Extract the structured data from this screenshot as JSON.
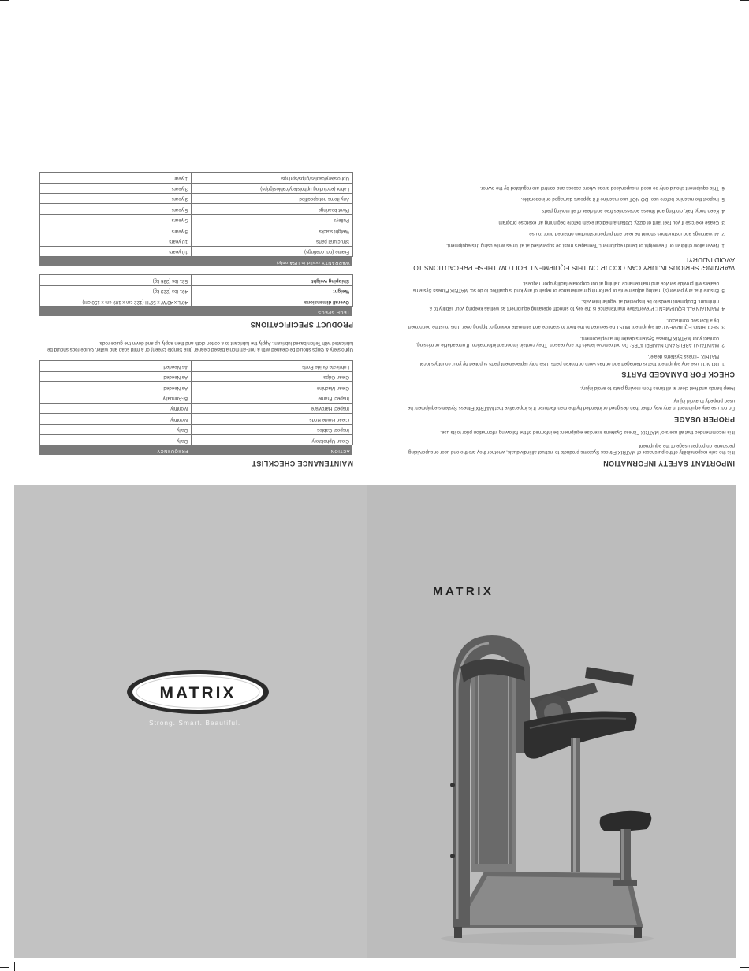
{
  "safety": {
    "title": "IMPORTANT SAFETY INFORMATION",
    "intro1": "It is the sole responsibility of the purchaser of MATRIX Fitness Systems products to instruct all individuals, whether they are the end user or supervising personnel on proper usage of the equipment.",
    "intro2": "It is recommended that all users of MATRIX Fitness Systems exercise equipment be informed of the following information prior to its use."
  },
  "proper_usage": {
    "title": "PROPER USAGE",
    "text1": "Do not use any equipment in any way other than designed or intended by the manufacturer. It is imperative that MATRIX Fitness Systems equipment be used properly to avoid injury.",
    "text2": "Keep hands and feet clear at all times from moving parts to avoid injury."
  },
  "damaged_parts": {
    "title": "CHECK FOR DAMAGED PARTS",
    "items": [
      "DO NOT use any equipment that is damaged and or has worn or broken parts. Use only replacement parts supplied by your country's local MATRIX Fitness Systems dealer.",
      "MAINTAIN LABELS AND NAMEPLATES: Do not remove labels for any reason. They contain important information. If unreadable or missing, contact your MATRIX Fitness Systems dealer for a replacement.",
      "SECURING EQUIPMENT: All equipment MUST be secured to the floor to stabilize and eliminate rocking or tipping over. This must be performed by a licensed contractor.",
      "MAINTAIN ALL EQUIPMENT: Preventative maintenance is the key to smooth operating equipment as well as keeping your liability to a minimum. Equipment needs to be inspected at regular intervals.",
      "Ensure that any person(s) making adjustments or performing maintenance or repair of any kind is qualified to do so. MATRIX Fitness Systems dealers will provide service and maintenance training at our corporate facility upon request."
    ]
  },
  "warning": {
    "title": "WARNING: SERIOUS INJURY CAN OCCUR ON THIS EQUIPMENT. FOLLOW THESE PRECAUTIONS TO AVOID INJURY!",
    "items": [
      "Never allow children on freeweight or bench equipment. Teenagers must be supervised at all times while using this equipment.",
      "All warnings and instructions should be read and proper instruction obtained prior to use.",
      "Cease exercise if you feel faint or dizzy. Obtain a medical exam before beginning an exercise program",
      "Keep body, hair, clothing and fitness accessories free and clear of all moving parts.",
      "Inspect the machine before use. DO NOT use machine if it appears damaged or inoperable.",
      "This equipment should only be used in supervised areas where access and control are regulated by the owner."
    ]
  },
  "maintenance": {
    "title": "MAINTENANCE CHECKLIST",
    "headers": [
      "ACTION",
      "FREQUENCY"
    ],
    "rows": [
      [
        "Clean Upholstery",
        "Daily"
      ],
      [
        "Inspect Cables",
        "Daily"
      ],
      [
        "Clean Guide Rods",
        "Monthly"
      ],
      [
        "Inspect Hardware",
        "Monthly"
      ],
      [
        "Inspect Frame",
        "Bi-Annually"
      ],
      [
        "Clean Machine",
        "As Needed"
      ],
      [
        "Clean Grips",
        "As Needed"
      ],
      [
        "Lubricate Guide Rods",
        "As Needed"
      ]
    ],
    "note": "Upholstery & Grips should be cleaned with a non-ammonia based cleaner (like Simple Green) or a mild soap and water. Guide rods should be lubricated with Teflon based lubricant. Apply the lubricant to a cotton cloth and then apply up and down the guide rods."
  },
  "specs": {
    "title": "PRODUCT SPECIFICATIONS",
    "header": "TECH SPECS",
    "rows": [
      [
        "Overall dimensions",
        "48\"L x 43\"W x 59\"H (122 cm x 109 cm x 150 cm)"
      ],
      [
        "Weight",
        "491 lbs (223 kg)"
      ],
      [
        "Shipping weight",
        "521 lbs (236 kg)"
      ]
    ]
  },
  "warranty": {
    "header": "WARRANTY (valid in USA only)",
    "rows": [
      [
        "Frame (not coatings)",
        "10 years"
      ],
      [
        "Structural parts",
        "10 years"
      ],
      [
        "Weight stacks",
        "5 years"
      ],
      [
        "Pulleys",
        "5 years"
      ],
      [
        "Pivot bearings",
        "5 years"
      ],
      [
        "Any items not specified",
        "3 years"
      ],
      [
        "Labor (excluding upholstery/cables/grips)",
        "3 years"
      ],
      [
        "Upholstery/cables/grips/springs",
        "1 year"
      ]
    ]
  },
  "cover": {
    "logo_text": "MATRIX",
    "tagline": "Strong.  Smart.  Beautiful.",
    "brand_text": "MATRIX"
  },
  "colors": {
    "panel_left": "#c2c2c2",
    "panel_right": "#bcbcbc",
    "table_header": "#7a7a7a"
  }
}
